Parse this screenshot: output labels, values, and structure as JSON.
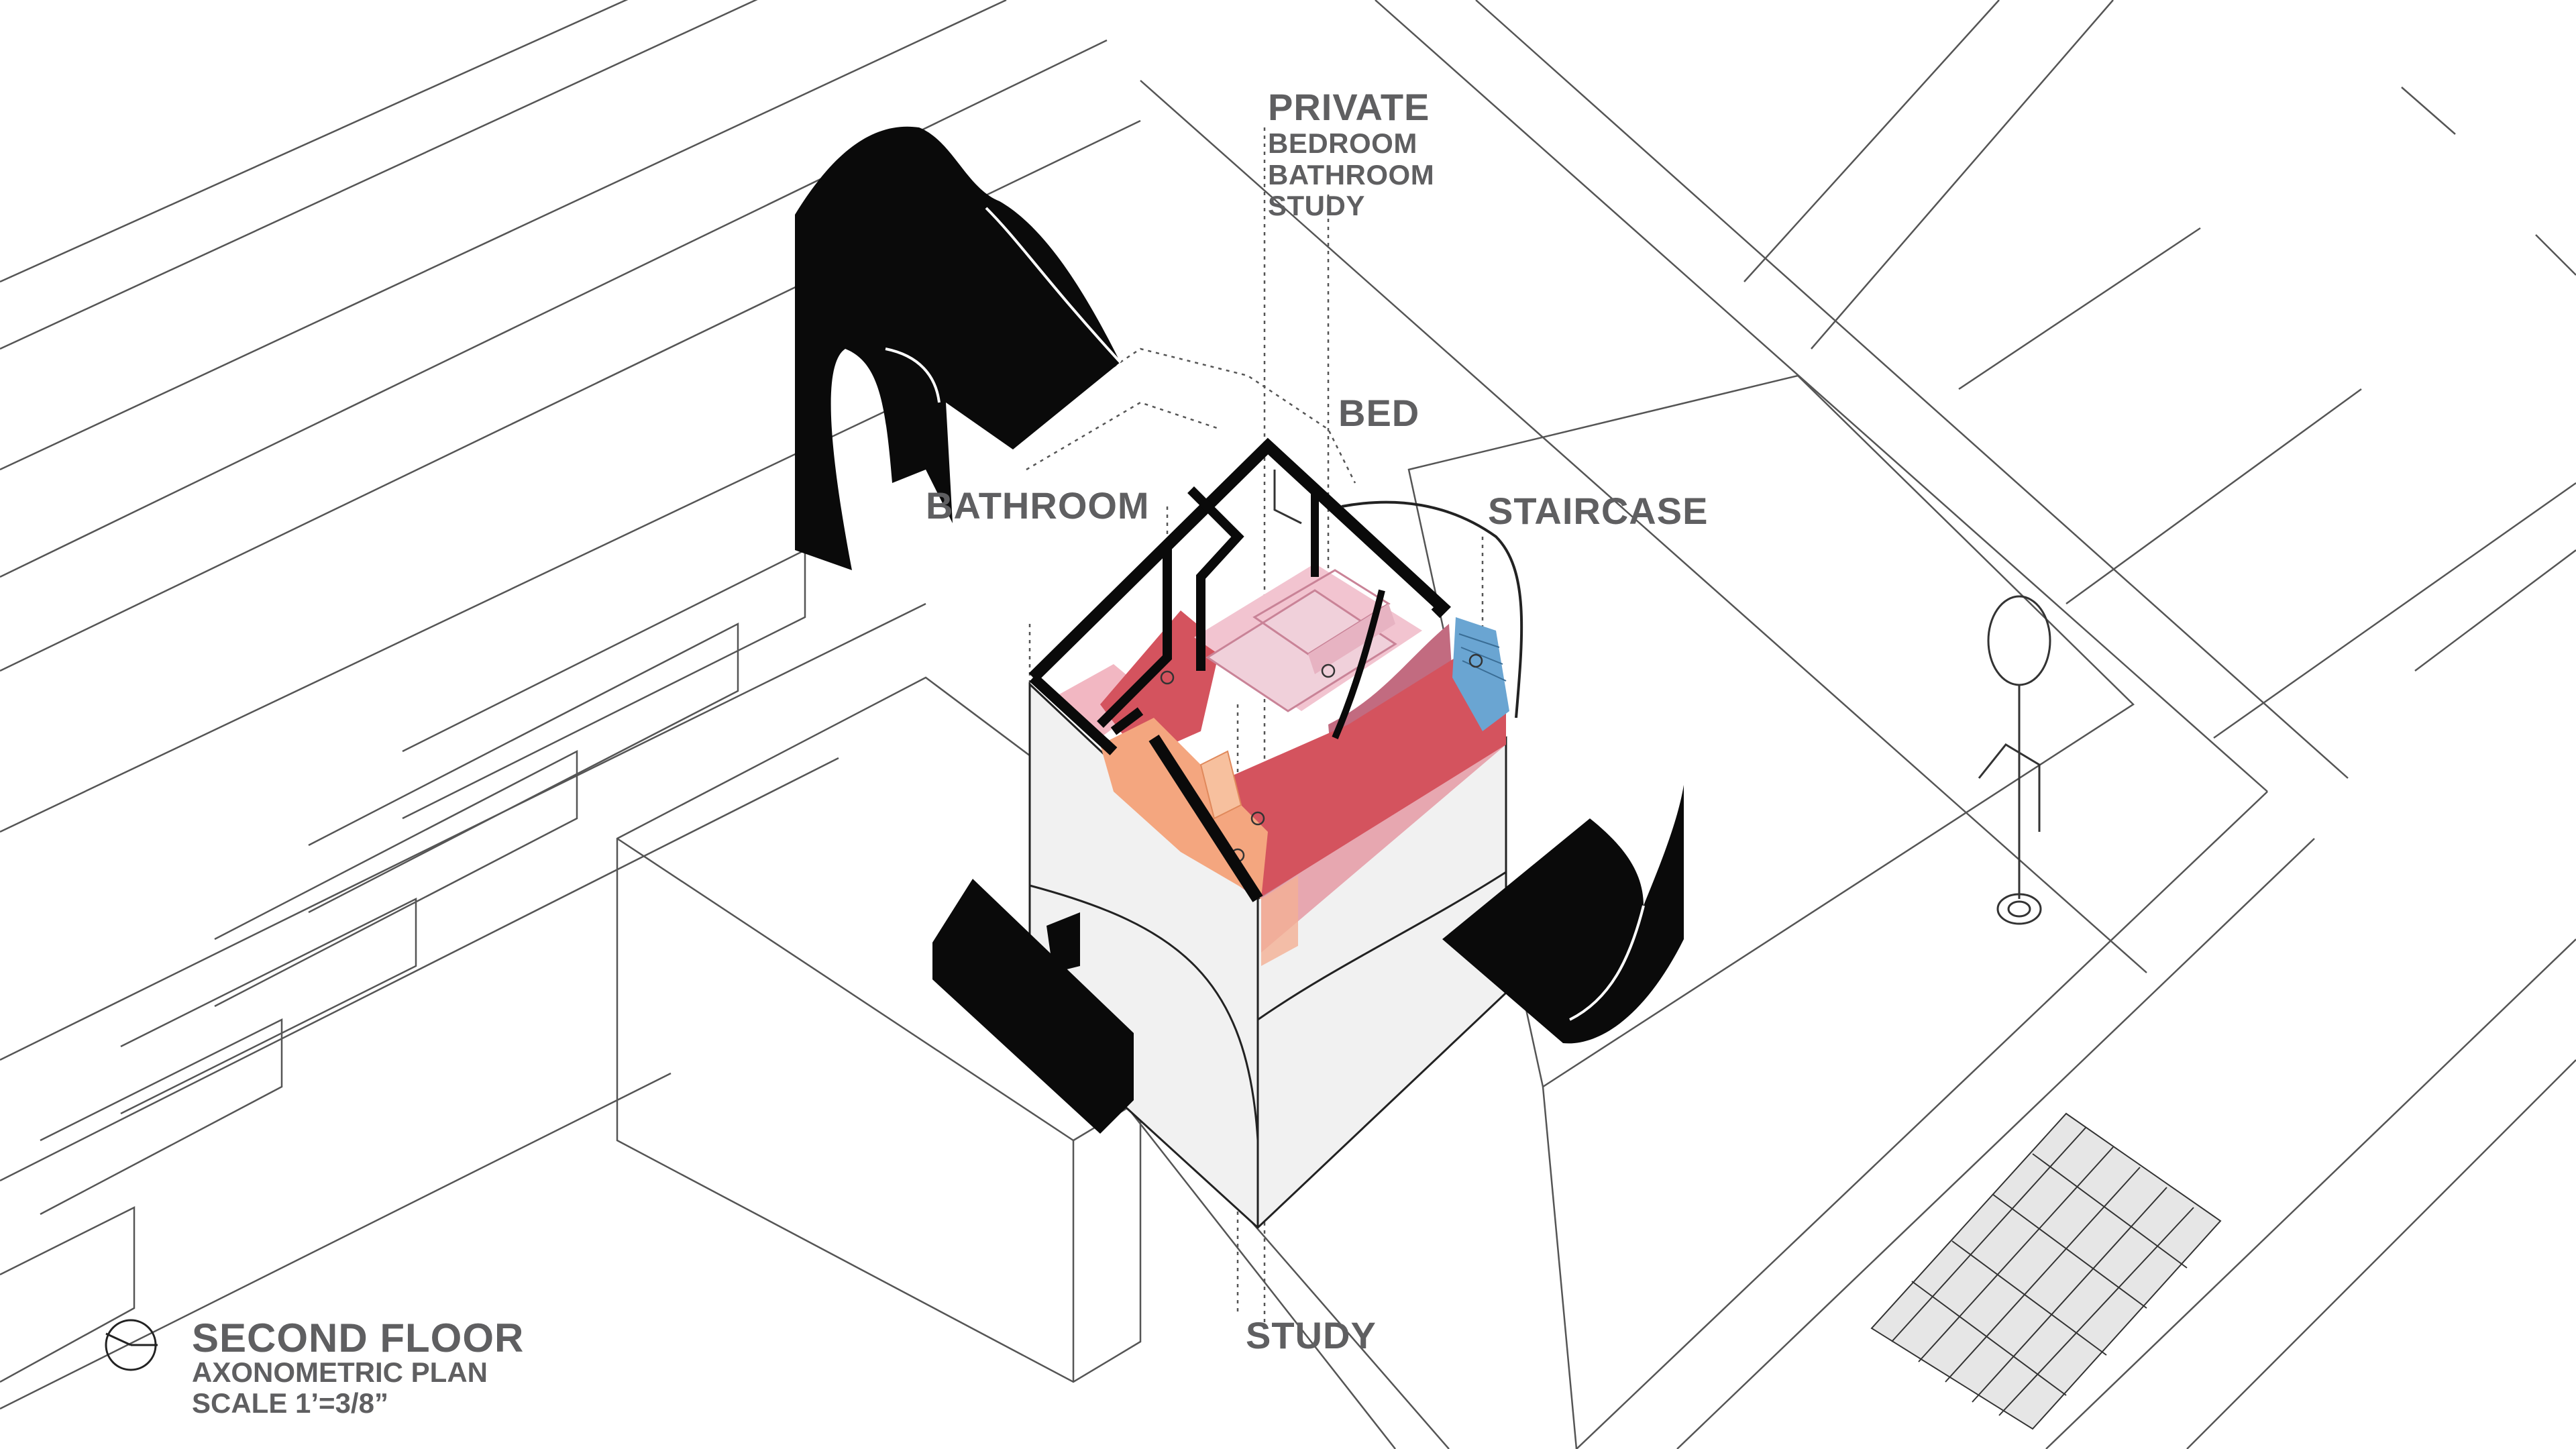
{
  "labels": {
    "private_title": "PRIVATE",
    "private_items": [
      "BEDROOM",
      "BATHROOM",
      "STUDY"
    ],
    "bed": "BED",
    "bathroom": "BATHROOM",
    "staircase": "STAIRCASE",
    "study": "STUDY"
  },
  "title_block": {
    "title": "SECOND FLOOR",
    "subtitle": "AXONOMETRIC PLAN",
    "scale": "SCALE 1’=3/8”"
  },
  "colors": {
    "line": "#4a4a4a",
    "text": "#5f5f61",
    "black_mass": "#0a0a0a",
    "bedroom_pink": "#f2c4d0",
    "bedroom_mauve": "#c98397",
    "bathroom_red": "#d4535e",
    "study_orange": "#f4a67f",
    "staircase_blue": "#6aa5d2",
    "volume_gray": "#f1f1f1"
  },
  "icons": [
    "north-arrow-icon",
    "street-lamp-icon"
  ]
}
